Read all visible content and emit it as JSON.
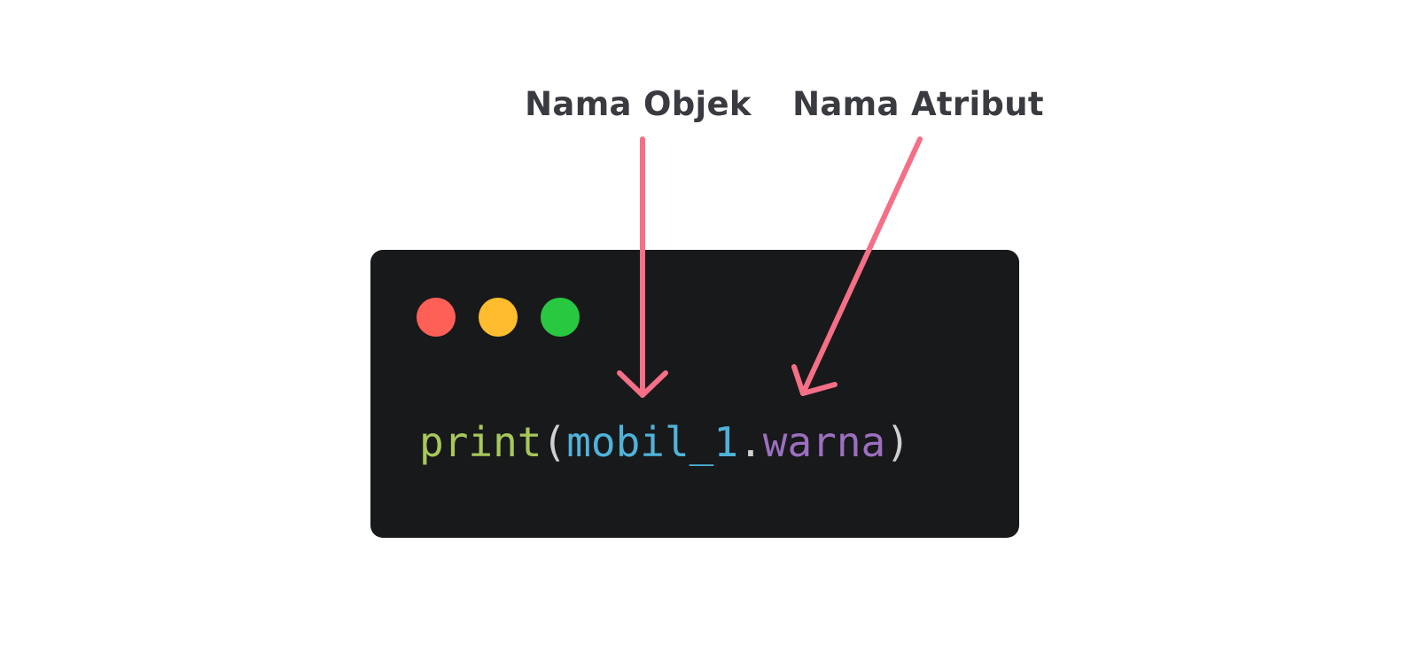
{
  "labels": {
    "object_name": "Nama Objek",
    "attribute_name": "Nama Atribut"
  },
  "window": {
    "buttons": [
      {
        "name": "close",
        "color": "#fe5f57"
      },
      {
        "name": "minimize",
        "color": "#febc2e"
      },
      {
        "name": "maximize",
        "color": "#28c840"
      }
    ]
  },
  "code": {
    "func": "print",
    "open_paren": "(",
    "object": "mobil_1",
    "dot": ".",
    "attribute": "warna",
    "close_paren": ")"
  },
  "colors": {
    "func": "#a6c85a",
    "paren": "#d0d0d0",
    "object": "#4fb3d9",
    "attribute": "#9c6fbf",
    "arrow": "#f56f86",
    "background": "#18191b"
  }
}
